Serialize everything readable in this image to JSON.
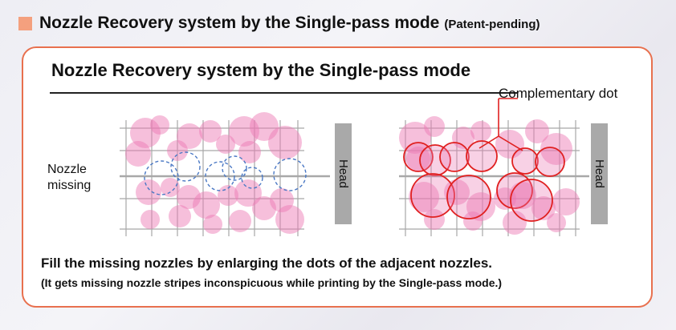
{
  "header": {
    "title": "Nozzle Recovery system by the Single-pass mode",
    "subtitle": "(Patent-pending)"
  },
  "card": {
    "title": "Nozzle Recovery system by the Single-pass mode",
    "nozzle_missing_label_line1": "Nozzle",
    "nozzle_missing_label_line2": "missing",
    "head_label": "Head",
    "callout_label": "Complementary dot",
    "description_line1": "Fill the missing nozzles by enlarging the dots of the adjacent nozzles.",
    "description_line2": "(It gets missing nozzle stripes inconspicuous while printing by the Single-pass mode.)"
  },
  "colors": {
    "accent_square": "#f4a07e",
    "card_border": "#e8704e",
    "dot_fill": "#ec7ab4",
    "missing_dot_stroke": "#4a78c4",
    "complementary_dot_stroke": "#e02020",
    "head_bar": "#a9a9a9"
  }
}
